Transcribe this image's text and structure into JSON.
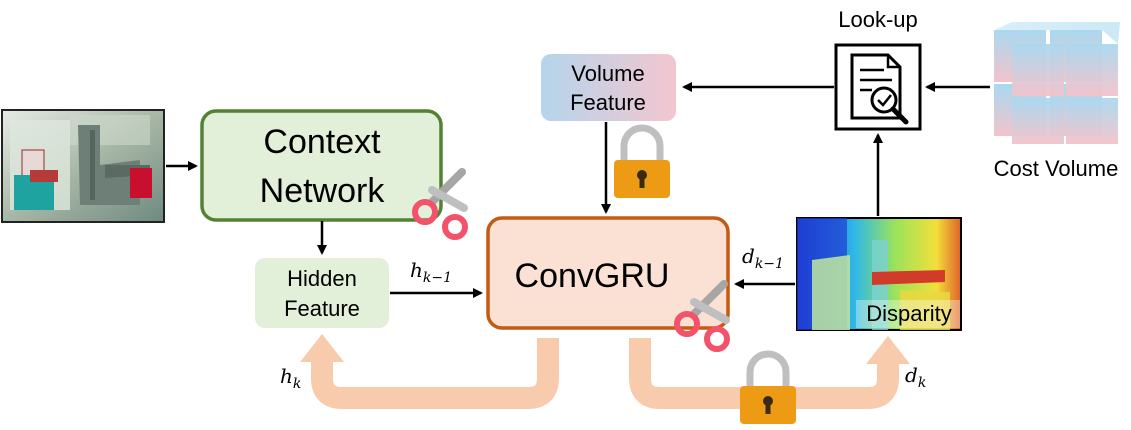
{
  "nodes": {
    "context_network": {
      "line1": "Context",
      "line2": "Network"
    },
    "hidden_feature": {
      "line1": "Hidden",
      "line2": "Feature"
    },
    "convgru": {
      "label": "ConvGRU"
    },
    "volume_feature": {
      "line1": "Volume",
      "line2": "Feature"
    },
    "lookup": {
      "label": "Look-up"
    },
    "cost_volume": {
      "label": "Cost Volume"
    },
    "disparity": {
      "label": "Disparity"
    }
  },
  "edges": {
    "h_prev": {
      "base": "h",
      "sub": "k−1"
    },
    "d_prev": {
      "base": "d",
      "sub": "k−1"
    },
    "h_k": {
      "base": "h",
      "sub": "k"
    },
    "d_k": {
      "base": "d",
      "sub": "k"
    }
  },
  "icons": [
    "scissors-icon",
    "lock-icon",
    "document-search-icon",
    "cube-icon"
  ],
  "colors": {
    "context_fill": "#e3f0d9",
    "context_border": "#548235",
    "convgru_fill": "#fbe1d4",
    "convgru_border": "#c55a11",
    "hidden_fill": "#e2efd9",
    "loop_arrow": "#f8cbad",
    "lock_body": "#ed9b15",
    "cost_cube_top": "#a9d9f0",
    "cost_cube_bottom": "#f3c3cc"
  }
}
